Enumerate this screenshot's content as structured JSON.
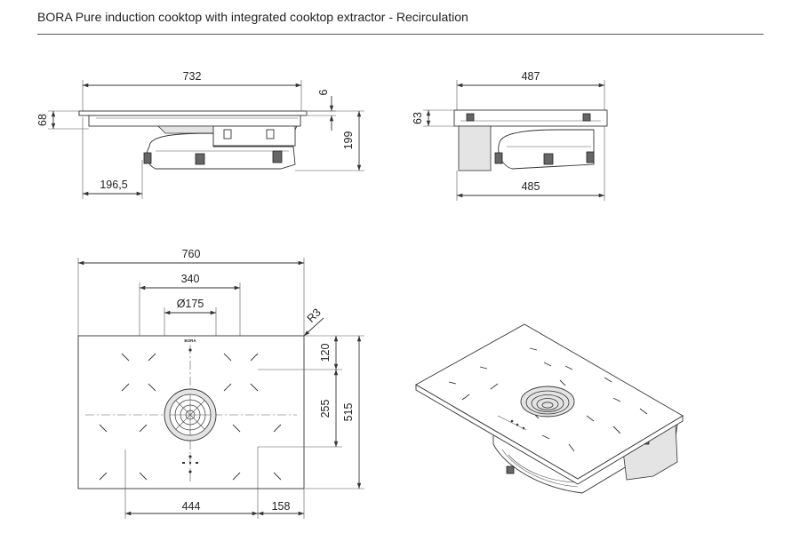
{
  "title": "BORA Pure induction cooktop with integrated cooktop extractor - Recirculation",
  "colors": {
    "line": "#333333",
    "fill_light": "#e4e4e4",
    "background": "#ffffff"
  },
  "side_view": {
    "dim_width": "732",
    "dim_glass": "6",
    "dim_height_left": "68",
    "dim_total_height": "199",
    "dim_offset": "196,5"
  },
  "front_view": {
    "dim_width_top": "487",
    "dim_height_left": "63",
    "dim_width_bottom": "485"
  },
  "plan_view": {
    "dim_overall_width": "760",
    "dim_inner": "340",
    "dim_diameter": "Ø175",
    "dim_radius": "R3",
    "dim_top_offset": "120",
    "dim_cutout_depth": "255",
    "dim_overall_depth": "515",
    "dim_bottom_left": "444",
    "dim_bottom_right": "158",
    "brand_label": "BORA"
  }
}
